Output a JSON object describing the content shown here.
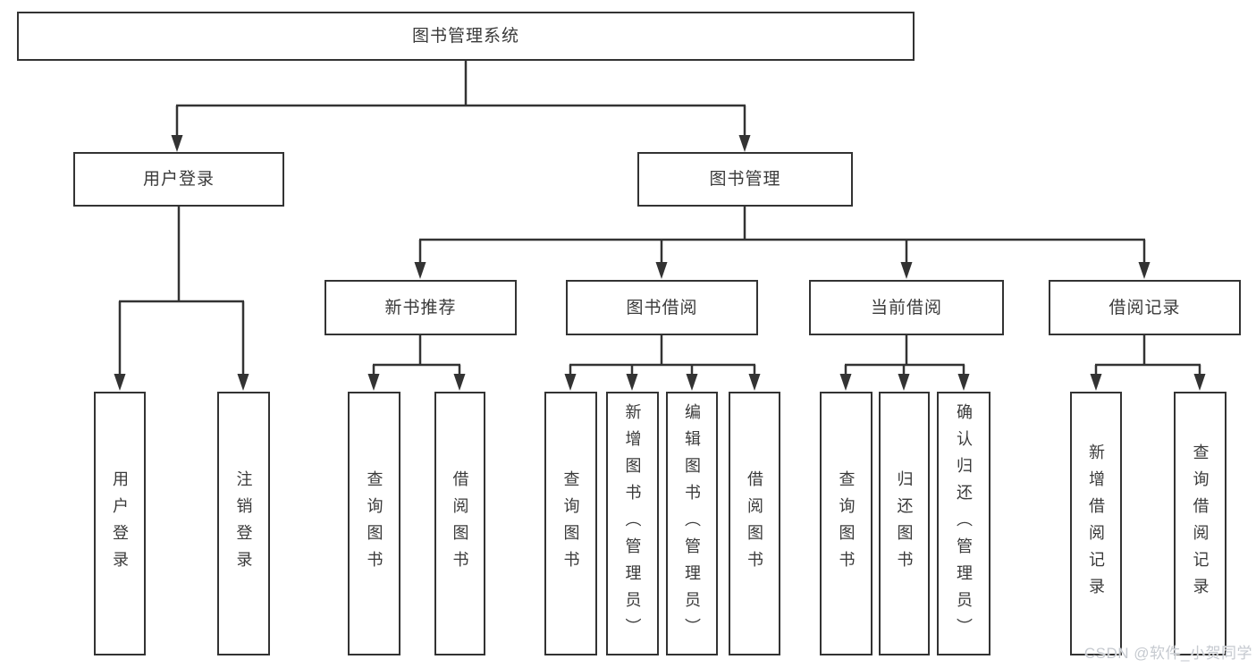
{
  "diagram": {
    "root": {
      "label": "图书管理系统"
    },
    "level2": {
      "user_login": {
        "label": "用户登录"
      },
      "book_management": {
        "label": "图书管理"
      }
    },
    "level3": {
      "new_book_recommend": {
        "label": "新书推荐"
      },
      "book_borrowing": {
        "label": "图书借阅"
      },
      "current_borrowing": {
        "label": "当前借阅"
      },
      "borrowing_records": {
        "label": "借阅记录"
      }
    },
    "leaves": {
      "user_login": {
        "label": "用户登录"
      },
      "logout": {
        "label": "注销登录"
      },
      "nb_query_books": {
        "label": "查询图书"
      },
      "nb_borrow_books": {
        "label": "借阅图书"
      },
      "bb_query_books": {
        "label": "查询图书"
      },
      "bb_add_books": {
        "label": "新增图书（管理员）"
      },
      "bb_edit_books": {
        "label": "编辑图书（管理员）"
      },
      "bb_borrow_books": {
        "label": "借阅图书"
      },
      "cb_query_books": {
        "label": "查询图书"
      },
      "cb_return_books": {
        "label": "归还图书"
      },
      "cb_confirm_return": {
        "label": "确认归还（管理员）"
      },
      "br_add_record": {
        "label": "新增借阅记录"
      },
      "br_query_record": {
        "label": "查询借阅记录"
      }
    }
  },
  "watermark": {
    "text": "CSDN @软件_小贺同学",
    "color": "#c6cad0"
  },
  "colors": {
    "line": "#333333",
    "box_border": "#333333",
    "text": "#3a3a3a",
    "background": "#ffffff"
  }
}
